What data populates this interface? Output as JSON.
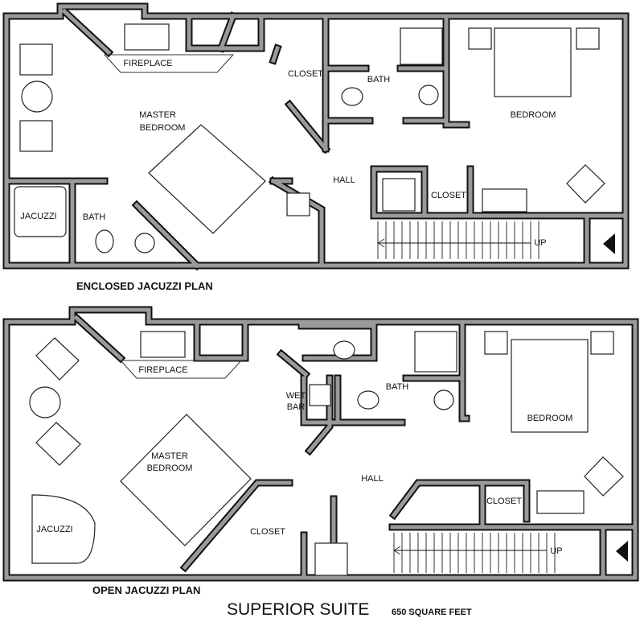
{
  "plan_top": {
    "title": "ENCLOSED JACUZZI PLAN",
    "rooms": {
      "fireplace": "FIREPLACE",
      "closet_master": "CLOSET",
      "bath_upper": "BATH",
      "bedroom": "BEDROOM",
      "master_line1": "MASTER",
      "master_line2": "BEDROOM",
      "hall": "HALL",
      "closet_hall": "CLOSET",
      "jacuzzi": "JACUZZI",
      "bath_lower": "BATH",
      "stair_up": "UP"
    }
  },
  "plan_bottom": {
    "title": "OPEN JACUZZI PLAN",
    "rooms": {
      "fireplace": "FIREPLACE",
      "wet_line1": "WET",
      "wet_line2": "BAR",
      "bath": "BATH",
      "bedroom": "BEDROOM",
      "master_line1": "MASTER",
      "master_line2": "BEDROOM",
      "hall": "HALL",
      "closet_hall": "CLOSET",
      "closet_master": "CLOSET",
      "jacuzzi": "JACUZZI",
      "stair_up": "UP"
    }
  },
  "footer": {
    "suite_name": "SUPERIOR SUITE",
    "area": "650 SQUARE FEET"
  },
  "colors": {
    "wall_fill": "#9a9a9a",
    "wall_outline": "#111111"
  }
}
